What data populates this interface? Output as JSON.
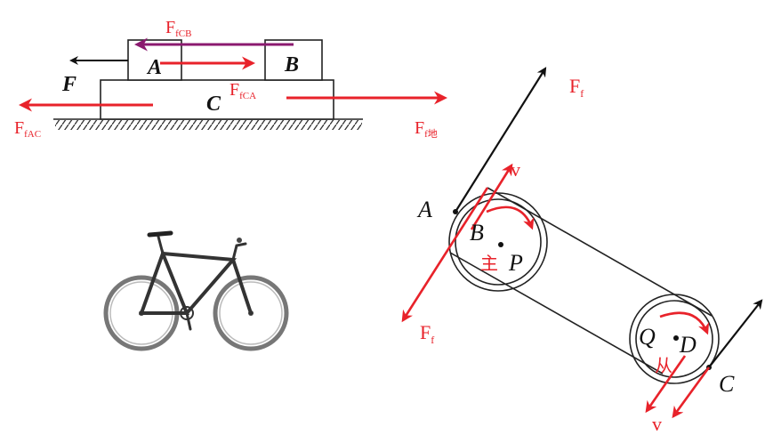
{
  "colors": {
    "force_red": "#e8222a",
    "friction_cb_purple": "#8b1a6f",
    "outline_black": "#111111",
    "bike_grey": "#555555"
  },
  "block_diagram": {
    "block_a": "A",
    "block_b": "B",
    "block_c": "C",
    "applied_force": "F",
    "label_fcb": {
      "main": "F",
      "sub": "fCB"
    },
    "label_fca": {
      "main": "F",
      "sub": "fCA"
    },
    "label_fac": {
      "main": "F",
      "sub": "fAC"
    },
    "label_fground": {
      "main": "F",
      "sub": "f地"
    }
  },
  "belt_diagram": {
    "point_a": "A",
    "point_b": "B",
    "point_c": "C",
    "point_d": "D",
    "point_p": "P",
    "point_q": "Q",
    "driving_wheel": "主",
    "driven_wheel": "从",
    "velocity_top": "v",
    "velocity_bottom": "v",
    "friction_top": {
      "main": "F",
      "sub": "f"
    },
    "friction_left": {
      "main": "F",
      "sub": "f"
    }
  },
  "icons": {
    "bicycle": "bicycle-icon"
  }
}
